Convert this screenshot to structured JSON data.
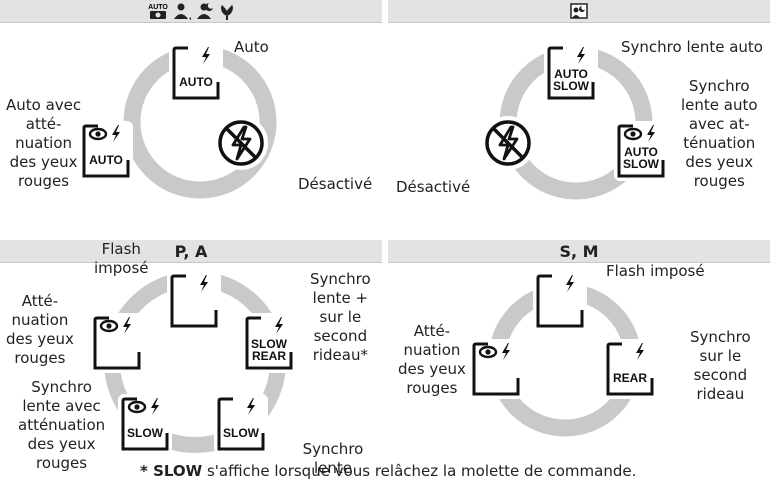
{
  "panels": [
    {
      "header_text": "",
      "header_icons": [
        "auto-camera-icon",
        "portrait-icon",
        "night-portrait-icon",
        "closeup-icon"
      ],
      "modes": [
        {
          "name": "flash-mode-auto",
          "icon": "flash-auto-icon",
          "icon_text": [
            "AUTO"
          ],
          "redeye": false,
          "label": "Auto"
        },
        {
          "name": "flash-mode-off",
          "icon": "flash-off-icon",
          "label": "Désactivé"
        },
        {
          "name": "flash-mode-auto-redeye",
          "icon": "flash-auto-redeye-icon",
          "icon_text": [
            "AUTO"
          ],
          "redeye": true,
          "label": "Auto avec\natté-\nnuation\ndes yeux\nrouges"
        }
      ]
    },
    {
      "header_text": "",
      "header_icons": [
        "night-landscape-icon"
      ],
      "modes": [
        {
          "name": "flash-mode-auto-slow",
          "icon": "flash-auto-slow-icon",
          "icon_text": [
            "AUTO",
            "SLOW"
          ],
          "redeye": false,
          "label": "Synchro lente auto"
        },
        {
          "name": "flash-mode-auto-slow-redeye",
          "icon": "flash-auto-slow-redeye-icon",
          "icon_text": [
            "AUTO",
            "SLOW"
          ],
          "redeye": true,
          "label": "Synchro\nlente auto\navec at-\nténuation\ndes yeux\nrouges"
        },
        {
          "name": "flash-mode-off",
          "icon": "flash-off-icon",
          "label": "Désactivé"
        }
      ]
    },
    {
      "header_text": "P, A",
      "modes": [
        {
          "name": "flash-mode-fill",
          "icon": "flash-fill-icon",
          "icon_text": [],
          "redeye": false,
          "label": "Flash\nimposé"
        },
        {
          "name": "flash-mode-slow-rear",
          "icon": "flash-slow-rear-icon",
          "icon_text": [
            "SLOW",
            "REAR"
          ],
          "redeye": false,
          "label": "Synchro\nlente +\nsur le\nsecond\nrideau*"
        },
        {
          "name": "flash-mode-slow",
          "icon": "flash-slow-icon",
          "icon_text": [
            "SLOW"
          ],
          "redeye": false,
          "label": "Synchro lente"
        },
        {
          "name": "flash-mode-slow-redeye",
          "icon": "flash-slow-redeye-icon",
          "icon_text": [
            "SLOW"
          ],
          "redeye": true,
          "label": "Synchro\nlente avec\natténuation\ndes yeux\nrouges"
        },
        {
          "name": "flash-mode-redeye",
          "icon": "flash-redeye-icon",
          "icon_text": [],
          "redeye": true,
          "label": "Atté-\nnuation\ndes yeux\nrouges"
        }
      ]
    },
    {
      "header_text": "S, M",
      "modes": [
        {
          "name": "flash-mode-fill",
          "icon": "flash-fill-icon",
          "icon_text": [],
          "redeye": false,
          "label": "Flash imposé"
        },
        {
          "name": "flash-mode-rear",
          "icon": "flash-rear-icon",
          "icon_text": [
            "REAR"
          ],
          "redeye": false,
          "label": "Synchro\nsur le\nsecond\nrideau"
        },
        {
          "name": "flash-mode-redeye",
          "icon": "flash-redeye-icon",
          "icon_text": [],
          "redeye": true,
          "label": "Atté-\nnuation\ndes yeux\nrouges"
        }
      ]
    }
  ],
  "footnote": {
    "bold": "* SLOW",
    "text": " s'affiche lorsque vous relâchez la molette de commande."
  },
  "colors": {
    "ring": "#c9c9c9",
    "header": "#e3e3e3",
    "icon_stroke": "#111111"
  }
}
